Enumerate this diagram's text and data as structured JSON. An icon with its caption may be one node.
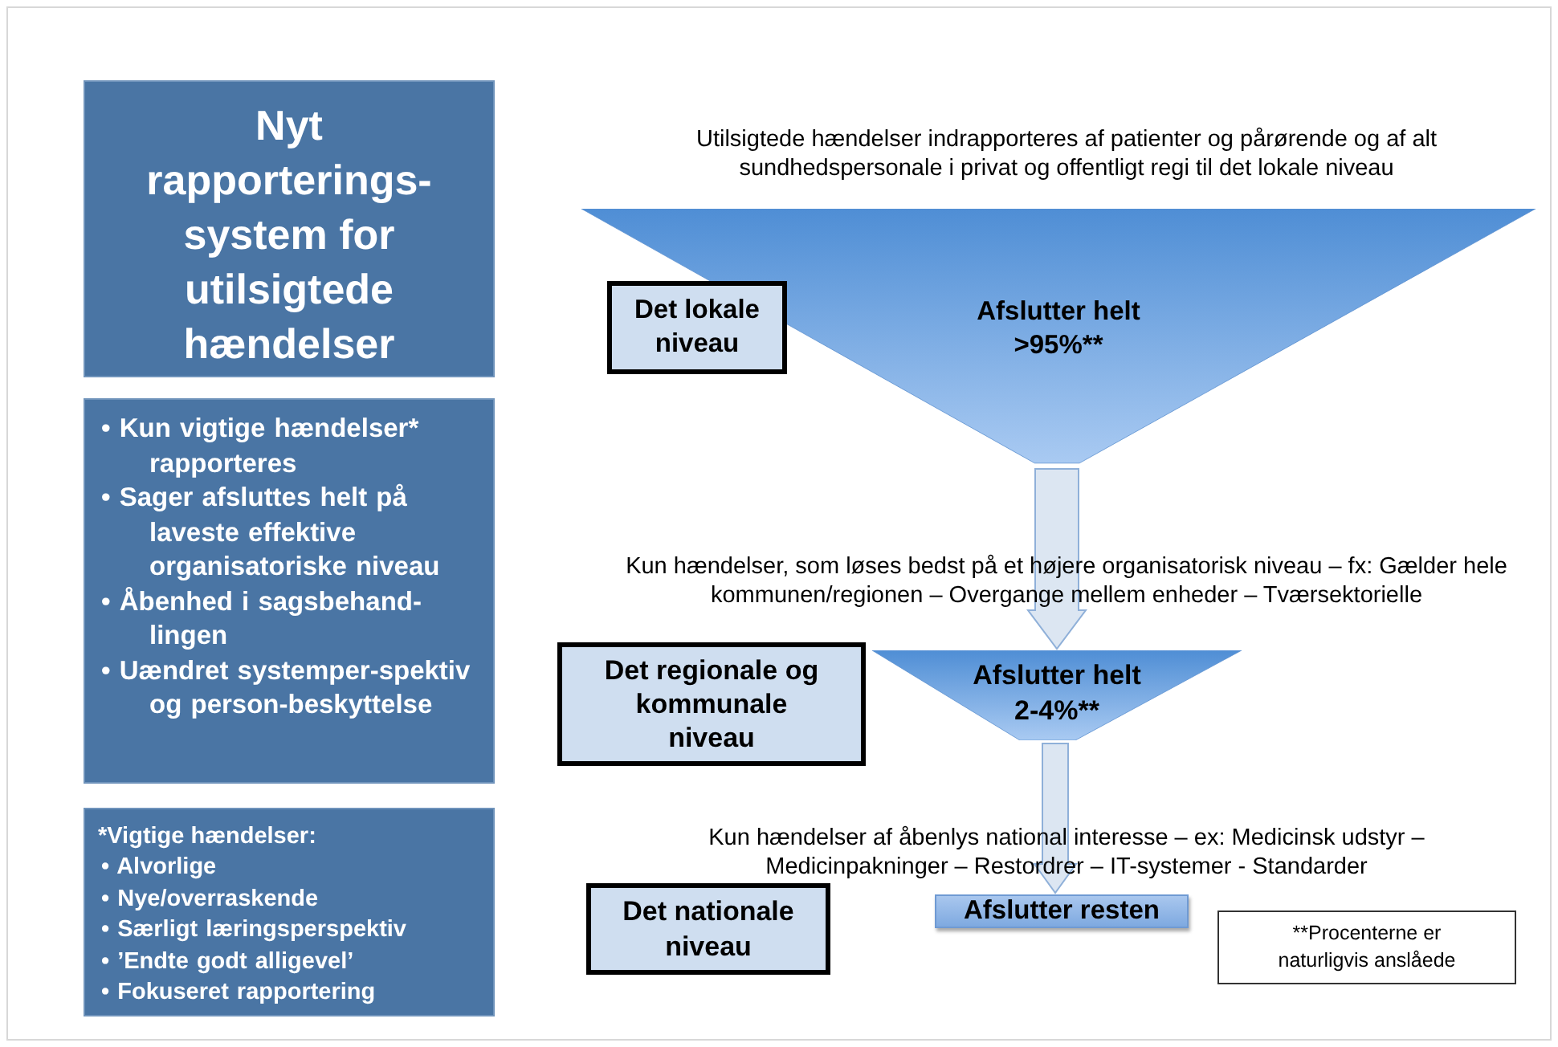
{
  "diagram": {
    "nodes": [
      {
        "text": [
          "Nyt rapporterings-system for utilsigtede hændelser"
        ]
      },
      {
        "text": [
          "• Kun vigtige hændelser* rapporteres",
          "• Sager afsluttes helt på laveste effektive organisatoriske niveau",
          "• Åbenhed i sagsbehand-lingen",
          "• Uændret systemper-spektiv og person-beskyttelse"
        ]
      },
      {
        "text": [
          "*Vigtige hændelser:",
          "• Alvorlige",
          "• Nye/overraskende",
          "• Særligt læringsperspektiv",
          "• ’Endte godt alligevel’",
          "• Fokuseret rapportering"
        ]
      },
      {
        "text": [
          "Afslutter helt >95%**"
        ]
      },
      {
        "text": [
          "Det lokale niveau"
        ]
      },
      {
        "text": [
          "Afslutter helt 2-4%**"
        ]
      },
      {
        "text": [
          "Det regionale og kommunale niveau"
        ]
      },
      {
        "text": [
          "Afslutter resten"
        ]
      },
      {
        "text": [
          "Det nationale niveau"
        ]
      },
      {
        "text": [
          "**Procenterne er naturligvis anslåede"
        ]
      }
    ],
    "edges": [
      {
        "from": 3,
        "to": 5,
        "arrow": "to"
      },
      {
        "from": 5,
        "to": 7,
        "arrow": "to"
      }
    ],
    "labels": [
      "Utilsigtede hændelser indrapporteres af patienter og pårørende og af alt sundhedspersonale i privat og offentligt regi til det lokale niveau",
      "Kun hændelser, som løses bedst på et højere organisatorisk niveau – fx: Gælder hele kommunen/regionen – Overgange mellem enheder – Tværsektorielle",
      "Kun hændelser af åbenlys national interesse – ex: Medicinsk udstyr – Medicinpakninger – Restordrer – IT-systemer - Standarder"
    ]
  }
}
